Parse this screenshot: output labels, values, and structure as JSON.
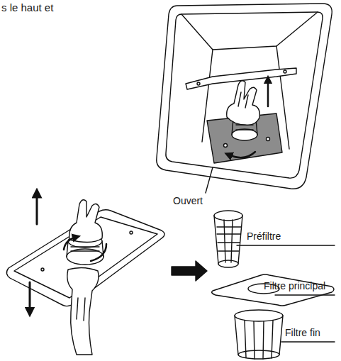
{
  "diagram": {
    "labels": [
      "s le haut et",
      "Ouvert",
      "Préfiltre",
      "Filtre principal",
      "Filtre fin"
    ]
  }
}
